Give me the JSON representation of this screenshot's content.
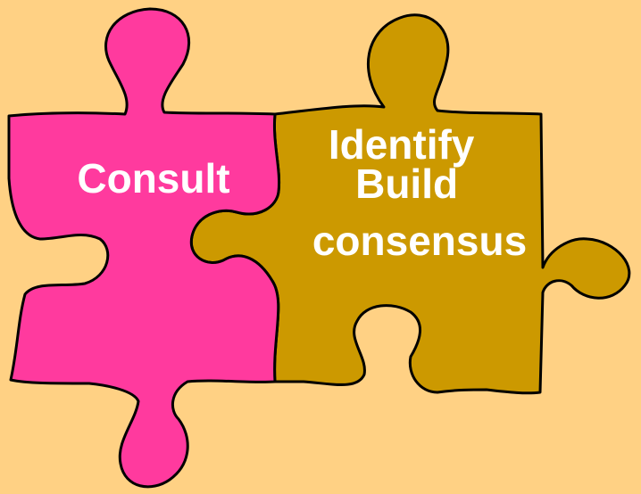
{
  "background_color": "#FFD184",
  "outline_color": "#000000",
  "pieces": [
    {
      "name": "consult",
      "color": "#FF3A9E",
      "label_lines": [
        "Consult"
      ]
    },
    {
      "name": "identify-build-consensus",
      "color": "#CC9900",
      "label_lines": [
        "Identify",
        "Build",
        "consensus"
      ]
    }
  ]
}
